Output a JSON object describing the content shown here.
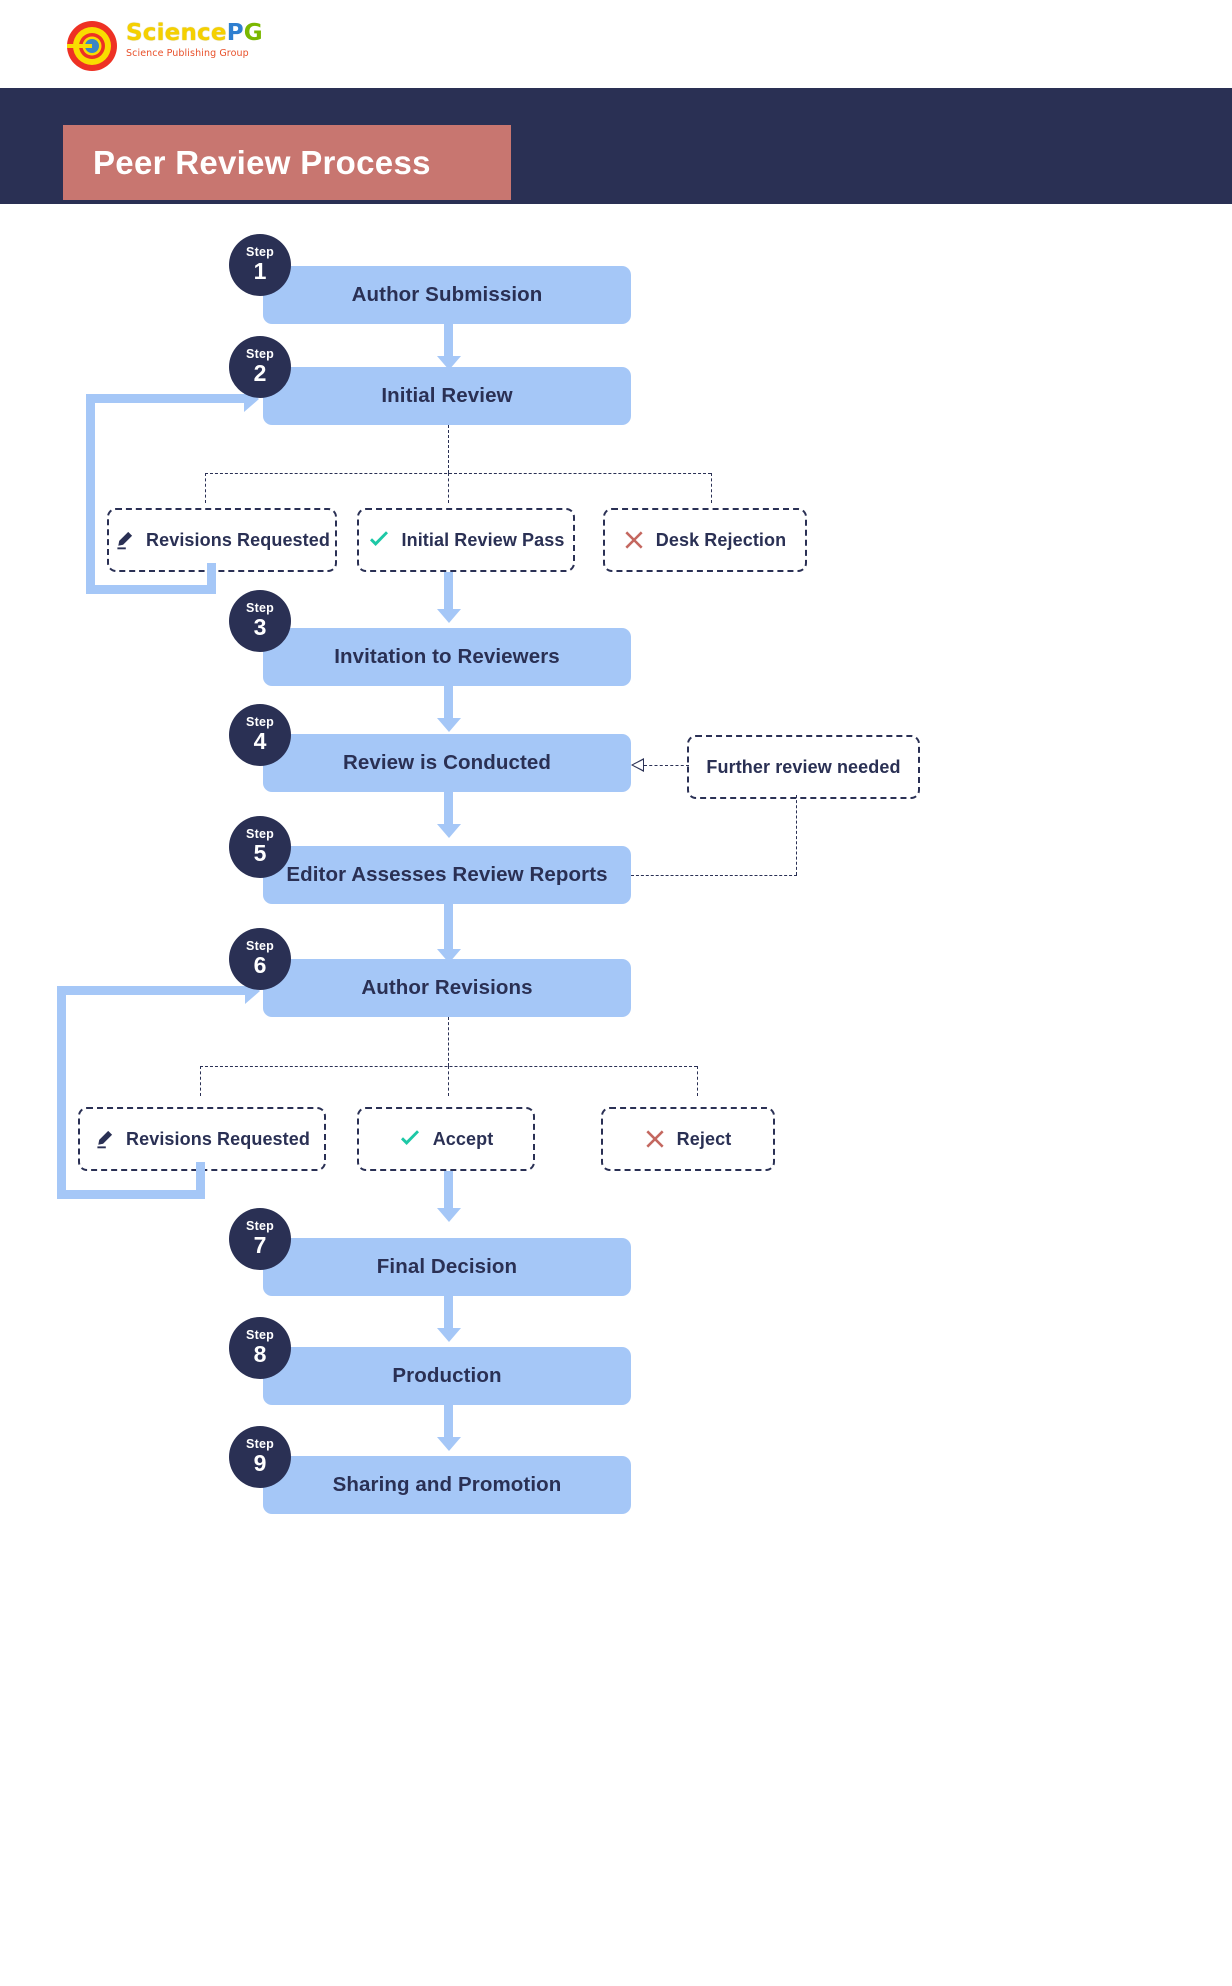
{
  "brand": {
    "name_parts": [
      "Science",
      "P",
      "G"
    ],
    "name_full": "SciencePG",
    "tagline": "Science Publishing Group",
    "logo_icon": "sciencepg-logo-icon"
  },
  "header": {
    "title": "Peer Review Process",
    "band_color": "#2a3054",
    "title_bg_color": "#c87670",
    "title_text_color": "#ffffff"
  },
  "palette": {
    "step_box": "#a5c7f7",
    "badge": "#2a3054",
    "text_dark": "#2a3054",
    "check_teal": "#1dc8a6",
    "reject_red": "#c4675f",
    "page_bg": "#ffffff"
  },
  "step_label": "Step",
  "steps": [
    {
      "number": "1",
      "label": "Author Submission"
    },
    {
      "number": "2",
      "label": "Initial Review"
    },
    {
      "number": "3",
      "label": "Invitation to Reviewers"
    },
    {
      "number": "4",
      "label": "Review is Conducted"
    },
    {
      "number": "5",
      "label": "Editor Assesses Review Reports"
    },
    {
      "number": "6",
      "label": "Author Revisions"
    },
    {
      "number": "7",
      "label": "Final Decision"
    },
    {
      "number": "8",
      "label": "Production"
    },
    {
      "number": "9",
      "label": "Sharing and Promotion"
    }
  ],
  "branch_row_1": {
    "from_step": "2",
    "outcomes": [
      {
        "label": "Revisions Requested",
        "icon": "pencil-icon",
        "icon_color": "#2a3054"
      },
      {
        "label": "Initial Review Pass",
        "icon": "check-icon",
        "icon_color": "#1dc8a6"
      },
      {
        "label": "Desk Rejection",
        "icon": "cross-icon",
        "icon_color": "#c4675f"
      }
    ]
  },
  "branch_row_2": {
    "from_step": "6",
    "outcomes": [
      {
        "label": "Revisions Requested",
        "icon": "pencil-icon",
        "icon_color": "#2a3054"
      },
      {
        "label": "Accept",
        "icon": "check-icon",
        "icon_color": "#1dc8a6"
      },
      {
        "label": "Reject",
        "icon": "cross-icon",
        "icon_color": "#c4675f"
      }
    ]
  },
  "side_note": {
    "label": "Further review needed",
    "from_step": "5",
    "to_step": "4"
  },
  "loops": [
    {
      "label": "",
      "from": "Revisions Requested",
      "to_step": "2"
    },
    {
      "label": "",
      "from": "Revisions Requested",
      "to_step": "6"
    }
  ]
}
